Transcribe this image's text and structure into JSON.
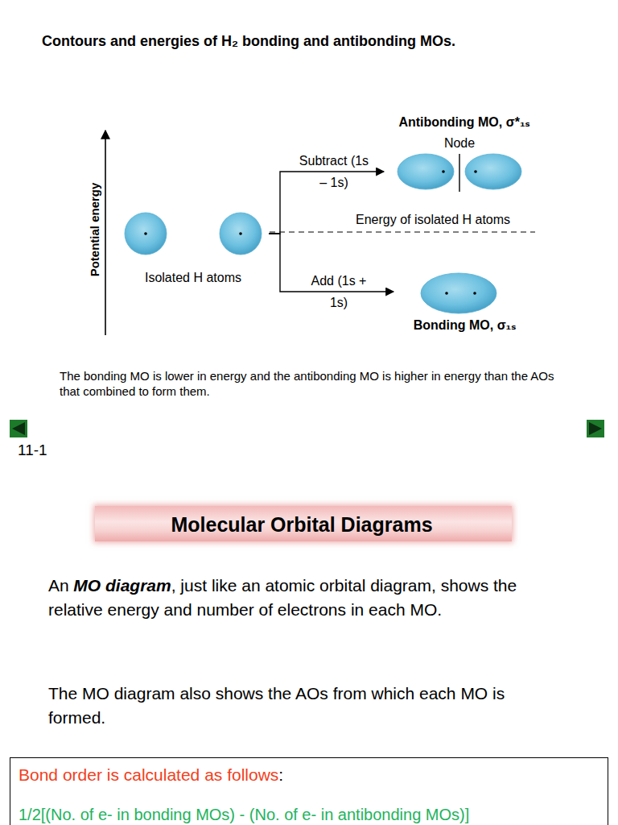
{
  "diagram": {
    "title": "Contours and energies of H₂ bonding and antibonding MOs.",
    "caption": "The bonding MO is lower in energy and the antibonding MO is higher in energy than the AOs that combined to form them.",
    "nodes": [
      {
        "text": [
          "Isolated H atoms"
        ]
      },
      {
        "text": [
          "Antibonding MO, σ*₁ₛ",
          "Node"
        ]
      },
      {
        "text": [
          "Bonding MO, σ₁ₛ"
        ]
      },
      {
        "text": [
          "Molecular Orbital Diagrams"
        ]
      },
      {
        "text": [
          "Bond order is calculated as follows",
          ":",
          "1/2[(No. of e- in bonding MOs) - (No. of e- in antibonding MOs)]"
        ]
      }
    ],
    "edges": [
      {
        "from": 0,
        "to": 1,
        "arrow": "to",
        "label": "Subtract (1s – 1s)"
      },
      {
        "from": 0,
        "to": 2,
        "arrow": "to",
        "label": "Add (1s + 1s)"
      }
    ],
    "labels": [
      "Potential energy",
      "Energy of isolated H atoms",
      "11-1",
      "An",
      "MO diagram",
      ", just like an atomic orbital diagram, shows the relative energy and number of electrons in each MO.",
      "The MO diagram also shows the AOs from which each MO is formed."
    ]
  }
}
